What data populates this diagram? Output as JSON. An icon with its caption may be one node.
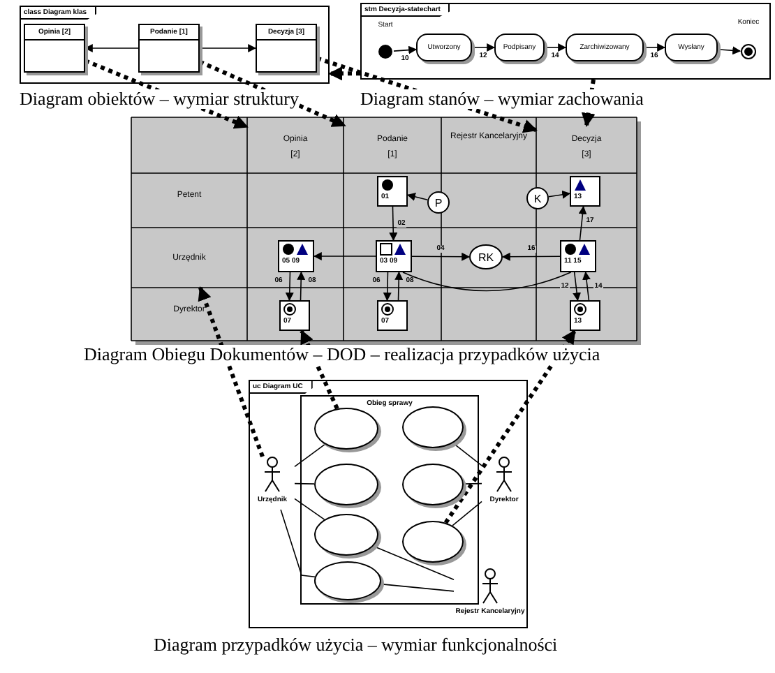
{
  "diagram": {
    "nodes": [
      {
        "text": [
          "class Diagram klas"
        ]
      },
      {
        "text": [
          "Opinia [2]"
        ],
        "in": 0
      },
      {
        "text": [
          "Podanie [1]"
        ],
        "in": 0
      },
      {
        "text": [
          "Decyzja [3]"
        ],
        "in": 0
      },
      {
        "text": [
          "stm Decyzja-statechart"
        ]
      },
      {
        "text": [
          "Start"
        ],
        "in": 4
      },
      {
        "text": [
          "Utworzony"
        ],
        "in": 4
      },
      {
        "text": [
          "Podpisany"
        ],
        "in": 4
      },
      {
        "text": [
          "Zarchiwizowany"
        ],
        "in": 4
      },
      {
        "text": [
          "Wysłany"
        ],
        "in": 4
      },
      {
        "text": [
          "Koniec"
        ],
        "in": 4
      },
      {
        "text": [
          "Opinia",
          "[2]"
        ]
      },
      {
        "text": [
          "Podanie",
          "[1]"
        ]
      },
      {
        "text": [
          "Decyzja",
          "[3]"
        ]
      },
      {
        "text": [
          "01"
        ]
      },
      {
        "text": [
          "P"
        ]
      },
      {
        "text": [
          "K"
        ]
      },
      {
        "text": [
          "13"
        ]
      },
      {
        "text": [
          "05 09"
        ]
      },
      {
        "text": [
          "03 09"
        ]
      },
      {
        "text": [
          "RK"
        ]
      },
      {
        "text": [
          "11 15"
        ]
      },
      {
        "text": [
          "07"
        ]
      },
      {
        "text": [
          "07"
        ]
      },
      {
        "text": [
          "13"
        ]
      },
      {
        "text": [
          "Urzędnik"
        ]
      },
      {
        "text": [
          "uc Diagram UC"
        ]
      },
      {
        "text": [
          "Obieg sprawy"
        ],
        "in": 26
      },
      {
        "text": [],
        "shape": "ellipse",
        "in": 27
      },
      {
        "text": [],
        "shape": "ellipse",
        "in": 27
      },
      {
        "text": [],
        "shape": "ellipse",
        "in": 27
      },
      {
        "text": [],
        "shape": "ellipse",
        "in": 27
      },
      {
        "text": [],
        "shape": "ellipse",
        "in": 27
      },
      {
        "text": [],
        "shape": "ellipse",
        "in": 27
      },
      {
        "text": [],
        "shape": "ellipse",
        "in": 27
      },
      {
        "text": [
          "Urzędnik"
        ],
        "in": 26
      },
      {
        "text": [
          "Dyrektor"
        ],
        "in": 26
      },
      {
        "text": [
          "Rejestr Kancelaryjny"
        ],
        "in": 26
      }
    ],
    "edges": [
      {
        "from": 2,
        "to": 1,
        "arrow": "to"
      },
      {
        "from": 2,
        "to": 3,
        "arrow": "to"
      },
      {
        "from": 5,
        "to": 6,
        "arrow": "to",
        "label": "10"
      },
      {
        "from": 6,
        "to": 7,
        "arrow": "to",
        "label": "12"
      },
      {
        "from": 7,
        "to": 8,
        "arrow": "to",
        "label": "14"
      },
      {
        "from": 8,
        "to": 9,
        "arrow": "to",
        "label": "16"
      },
      {
        "from": 9,
        "to": 10,
        "arrow": "to"
      },
      {
        "from": 1,
        "to": 11,
        "arrow": "to",
        "style": "dashed"
      },
      {
        "from": 2,
        "to": 12,
        "arrow": "to",
        "style": "dashed"
      },
      {
        "from": 3,
        "to": 13,
        "arrow": "to",
        "style": "dashed"
      },
      {
        "from": 4,
        "to": 0,
        "arrow": "to",
        "style": "dashed"
      },
      {
        "from": 4,
        "to": 13,
        "arrow": "to",
        "style": "dashed"
      },
      {
        "from": 35,
        "to": 25,
        "arrow": "to",
        "style": "dashed"
      },
      {
        "from": 28,
        "to": 22,
        "arrow": "to",
        "style": "dashed"
      },
      {
        "from": 34,
        "to": 24,
        "arrow": "to",
        "style": "dashed"
      },
      {
        "from": 15,
        "to": 14,
        "arrow": "to"
      },
      {
        "from": 14,
        "to": 19,
        "arrow": "to",
        "label": "02"
      },
      {
        "from": 16,
        "to": 17,
        "arrow": "to"
      },
      {
        "from": 19,
        "to": 18,
        "arrow": "to"
      },
      {
        "from": 19,
        "to": 20,
        "arrow": "to",
        "label": "04"
      },
      {
        "from": 21,
        "to": 20,
        "arrow": "to",
        "label": "16"
      },
      {
        "from": 21,
        "to": 17,
        "arrow": "to",
        "label": "17"
      },
      {
        "from": 18,
        "to": 22,
        "arrow": "to",
        "label": "06"
      },
      {
        "from": 22,
        "to": 18,
        "arrow": "to",
        "label": "08"
      },
      {
        "from": 19,
        "to": 23,
        "arrow": "to",
        "label": "06"
      },
      {
        "from": 23,
        "to": 19,
        "arrow": "to",
        "label": "08"
      },
      {
        "from": 21,
        "to": 24,
        "arrow": "to",
        "label": "12"
      },
      {
        "from": 24,
        "to": 21,
        "arrow": "to",
        "label": "14"
      },
      {
        "from": 19,
        "to": 21,
        "arrow": "none"
      },
      {
        "from": 35,
        "to": 28,
        "arrow": "none"
      },
      {
        "from": 35,
        "to": 29,
        "arrow": "none"
      },
      {
        "from": 35,
        "to": 30,
        "arrow": "none"
      },
      {
        "from": 35,
        "to": 31,
        "arrow": "none"
      },
      {
        "from": 36,
        "to": 32,
        "arrow": "none"
      },
      {
        "from": 36,
        "to": 33,
        "arrow": "none"
      },
      {
        "from": 36,
        "to": 34,
        "arrow": "none"
      },
      {
        "from": 37,
        "to": 30,
        "arrow": "none"
      },
      {
        "from": 37,
        "to": 31,
        "arrow": "none"
      }
    ],
    "labels": [
      "Diagram obiektów – wymiar struktury",
      "Diagram stanów – wymiar zachowania",
      "Rejestr Kancelaryjny",
      "Petent",
      "Dyrektor",
      "Diagram Obiegu Dokumentów – DOD – realizacja przypadków użycia",
      "Diagram przypadków użycia – wymiar funkcjonalności"
    ]
  }
}
